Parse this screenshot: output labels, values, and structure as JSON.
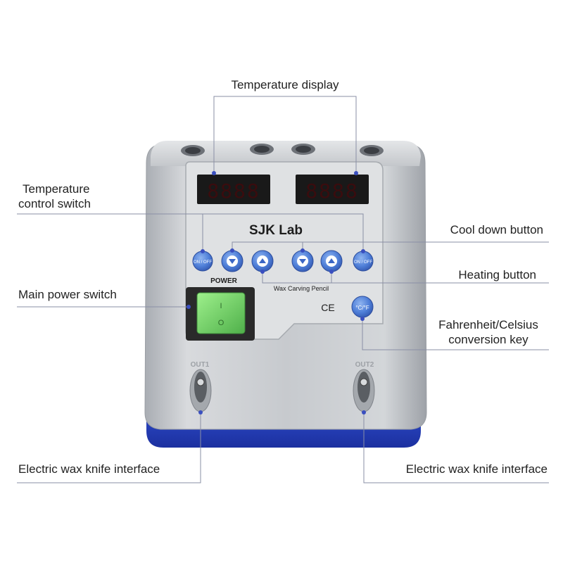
{
  "device": {
    "brand": "SJK Lab",
    "power_label": "POWER",
    "panel_caption": "Wax Carving Pencil",
    "ce_mark": "CE",
    "display_left": "8888",
    "display_right": "8888",
    "onoff_label": "ON / OFF",
    "unit_key_label": "°C/°F",
    "out1_label": "OUT1",
    "out2_label": "OUT2",
    "switch_on_mark": "I",
    "switch_off_mark": "O"
  },
  "callouts": {
    "temperature_display": "Temperature display",
    "temperature_control_line1": "Temperature",
    "temperature_control_line2": "control switch",
    "cool_down": "Cool down button",
    "heating": "Heating button",
    "main_power": "Main power switch",
    "unit_conversion_line1": "Fahrenheit/Celsius",
    "unit_conversion_line2": "conversion key",
    "wax_knife_left": "Electric wax knife interface",
    "wax_knife_right": "Electric wax knife interface"
  },
  "colors": {
    "accent_blue": "#3a4fc0",
    "button_blue": "#4a7fd6",
    "display_red": "#e0303a",
    "switch_green": "#6fd36a",
    "body_silver": "#c9ccd1"
  }
}
